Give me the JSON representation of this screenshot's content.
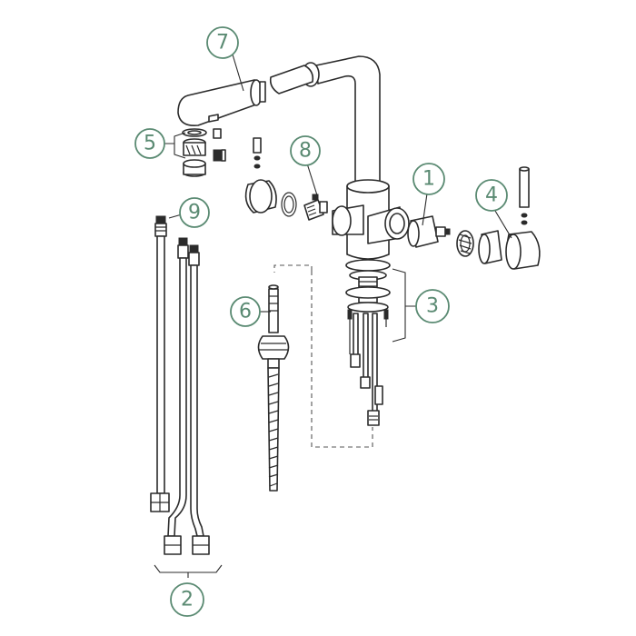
{
  "callouts": [
    {
      "id": "1",
      "label": "1"
    },
    {
      "id": "2",
      "label": "2"
    },
    {
      "id": "3",
      "label": "3"
    },
    {
      "id": "4",
      "label": "4"
    },
    {
      "id": "5",
      "label": "5"
    },
    {
      "id": "6",
      "label": "6"
    },
    {
      "id": "7",
      "label": "7"
    },
    {
      "id": "8",
      "label": "8"
    },
    {
      "id": "9",
      "label": "9"
    }
  ],
  "colors": {
    "callout": "#5a8a72",
    "line": "#2b2b2b",
    "background": "#ffffff"
  }
}
